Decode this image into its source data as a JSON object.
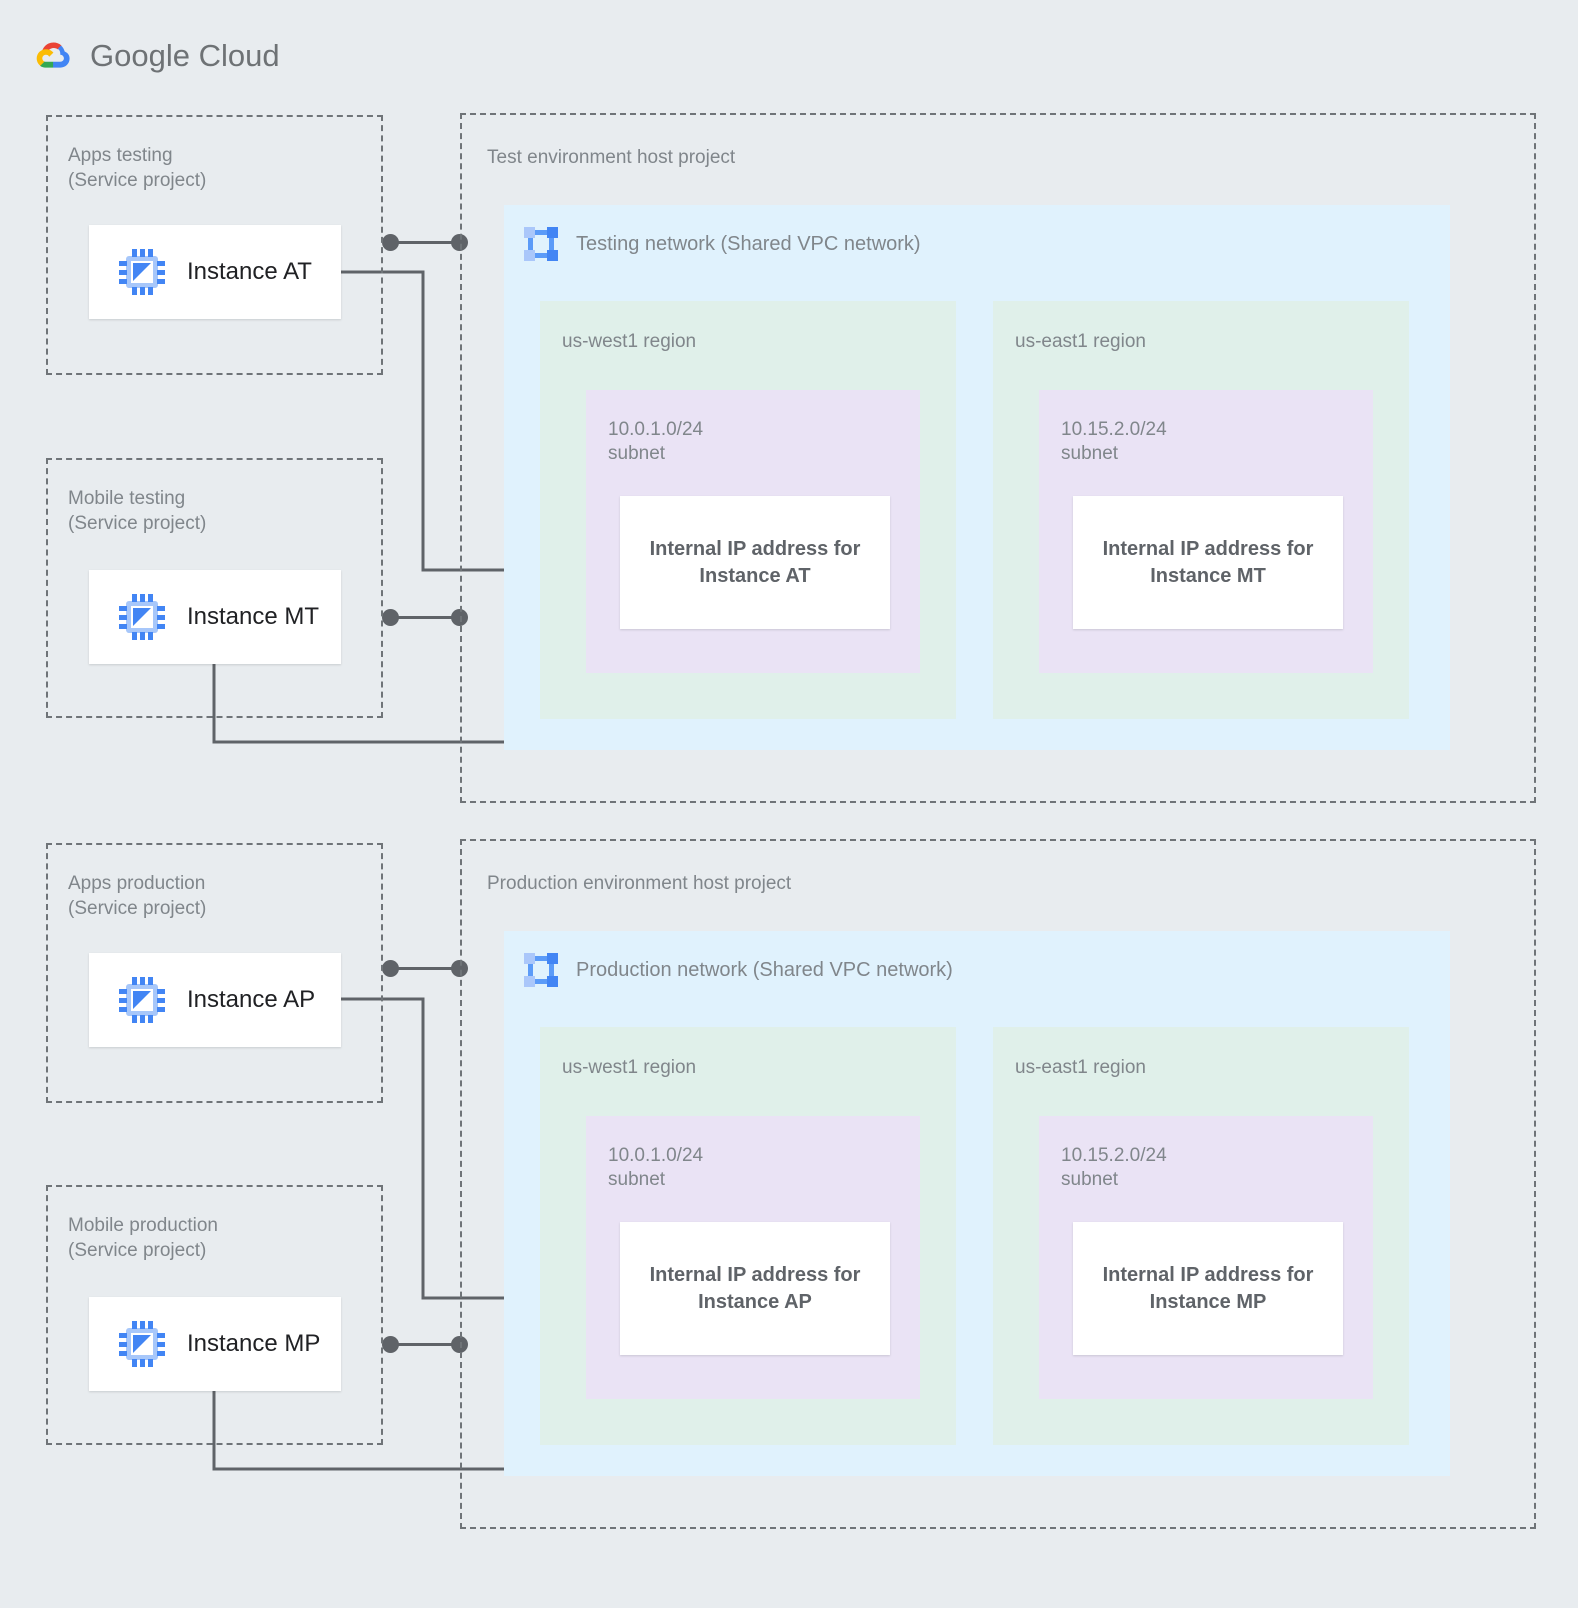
{
  "brand": {
    "name_bold": "Google",
    "name_light": "Cloud",
    "logo_icon": "google-cloud-logo",
    "colors": {
      "red": "#ea4335",
      "yellow": "#fbbc04",
      "green": "#34a853",
      "blue": "#4285f4"
    }
  },
  "palette": {
    "page_background": "#e8ecef",
    "network_background": "#e0f2fd",
    "region_background": "#e0f0ea",
    "subnet_background": "#eae3f5",
    "card_background": "#ffffff",
    "muted_text": "#80868b",
    "dark_text": "#202124",
    "connector": "#5f6368",
    "dashed_border": "#6f7478"
  },
  "service_projects": [
    {
      "id": "apps-testing",
      "title": "Apps testing\n(Service project)",
      "instance": {
        "label": "Instance AT",
        "icon": "compute-instance-icon"
      }
    },
    {
      "id": "mobile-testing",
      "title": "Mobile testing\n(Service project)",
      "instance": {
        "label": "Instance MT",
        "icon": "compute-instance-icon"
      }
    },
    {
      "id": "apps-production",
      "title": "Apps production\n(Service project)",
      "instance": {
        "label": "Instance AP",
        "icon": "compute-instance-icon"
      }
    },
    {
      "id": "mobile-production",
      "title": "Mobile production\n(Service project)",
      "instance": {
        "label": "Instance MP",
        "icon": "compute-instance-icon"
      }
    }
  ],
  "host_projects": [
    {
      "id": "test-env",
      "title": "Test environment host project",
      "network": {
        "title": "Testing network (Shared VPC network)",
        "icon": "vpc-network-icon",
        "regions": [
          {
            "id": "test-us-west1",
            "title": "us-west1 region",
            "subnet": {
              "title": "10.0.1.0/24\nsubnet",
              "ip_box": "Internal IP address for\nInstance AT"
            }
          },
          {
            "id": "test-us-east1",
            "title": "us-east1 region",
            "subnet": {
              "title": "10.15.2.0/24\nsubnet",
              "ip_box": "Internal IP address for\nInstance MT"
            }
          }
        ]
      }
    },
    {
      "id": "prod-env",
      "title": "Production environment host project",
      "network": {
        "title": "Production network (Shared VPC network)",
        "icon": "vpc-network-icon",
        "regions": [
          {
            "id": "prod-us-west1",
            "title": "us-west1 region",
            "subnet": {
              "title": "10.0.1.0/24\nsubnet",
              "ip_box": "Internal IP address for\nInstance AP"
            }
          },
          {
            "id": "prod-us-east1",
            "title": "us-east1 region",
            "subnet": {
              "title": "10.15.2.0/24\nsubnet",
              "ip_box": "Internal IP address for\nInstance MP"
            }
          }
        ]
      }
    }
  ]
}
